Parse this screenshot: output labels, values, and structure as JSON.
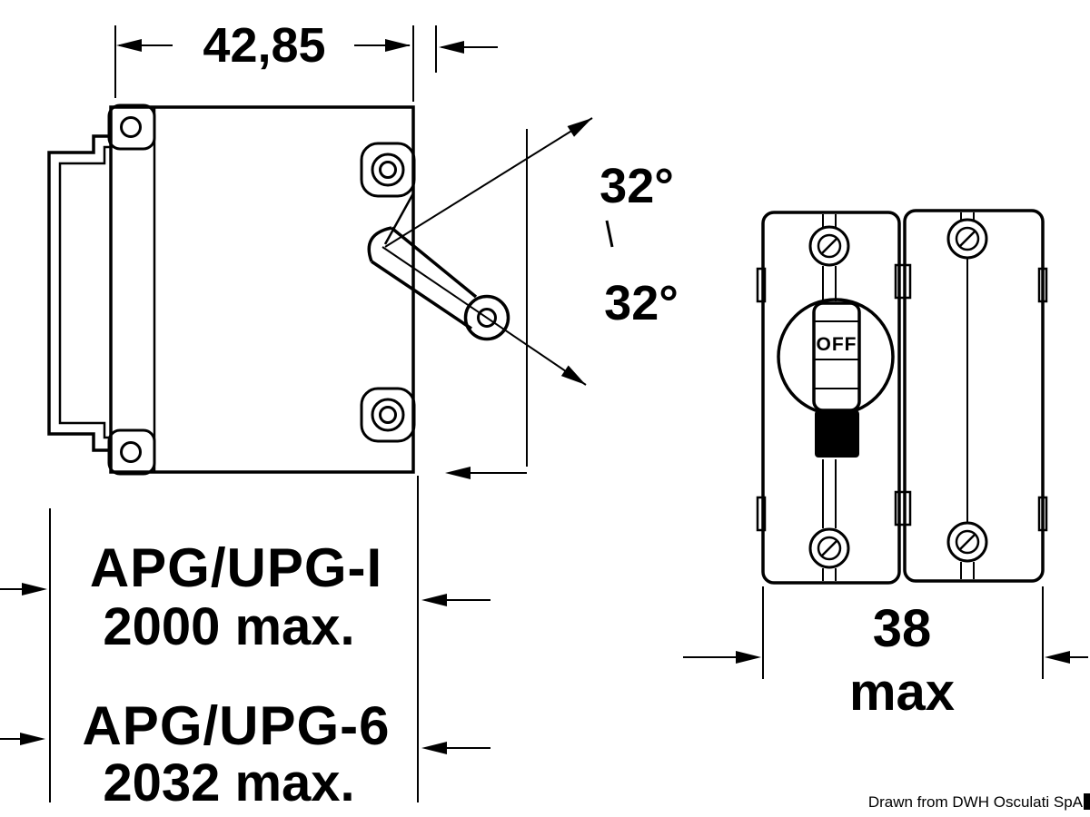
{
  "colors": {
    "ink": "#000000",
    "paper": "#ffffff"
  },
  "side_view": {
    "width_dimension": "42,85",
    "upper_angle": "32°",
    "lower_angle": "32°",
    "model_line_1": "APG/UPG-I",
    "model_line_1_value": "2000 max.",
    "model_line_2": "APG/UPG-6",
    "model_line_2_value": "2032 max."
  },
  "front_view": {
    "switch_state": "OFF",
    "width_value": "38",
    "width_qualifier": "max"
  },
  "footer": {
    "credit": "Drawn from DWH Osculati SpA"
  }
}
